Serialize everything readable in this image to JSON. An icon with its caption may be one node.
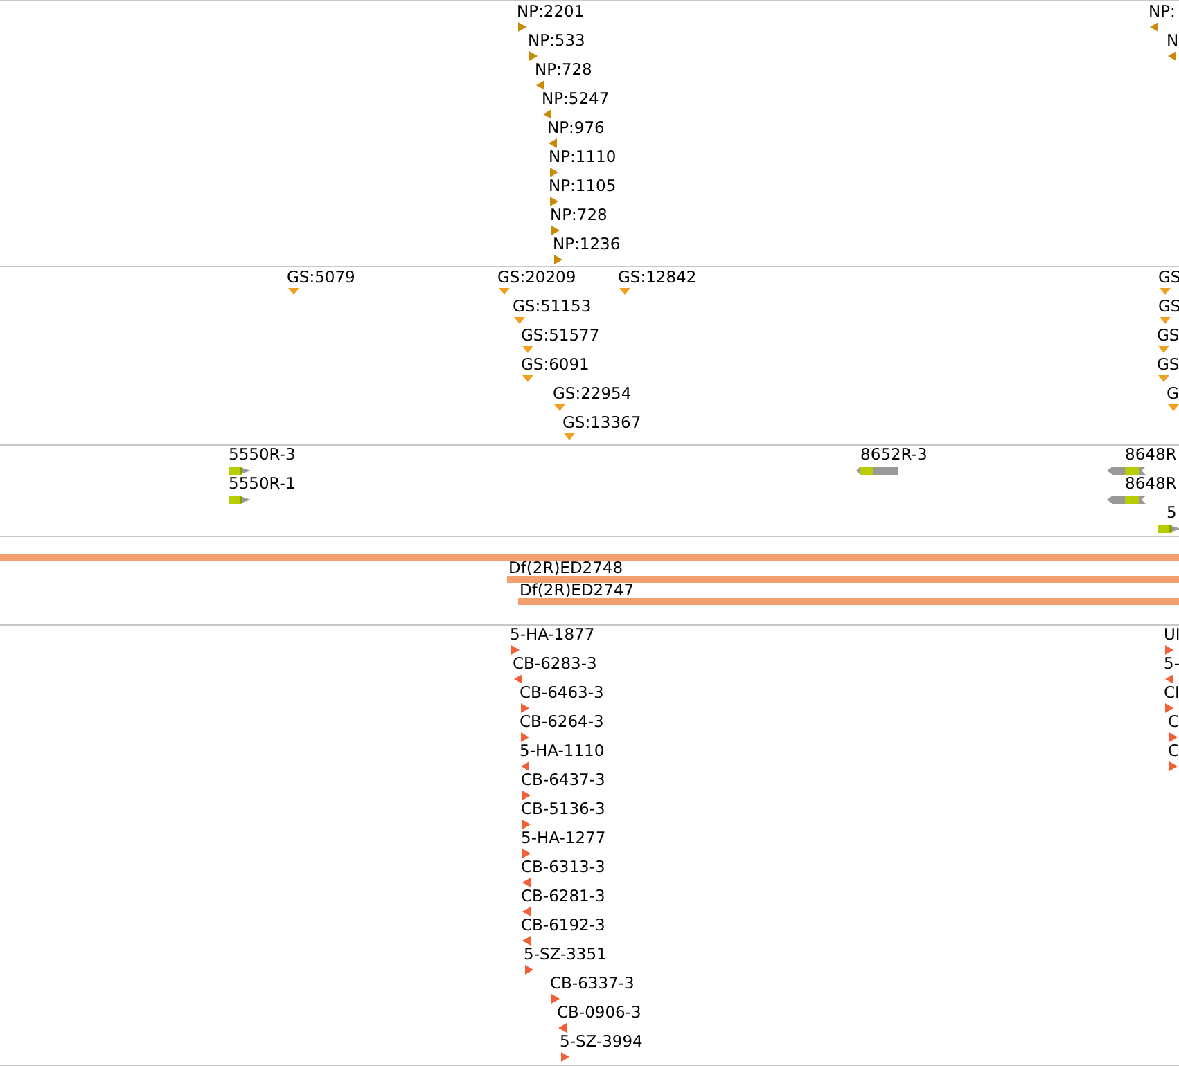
{
  "diagram": {
    "labels": [
      "NP:2201",
      "NP:",
      "NP:533",
      "N",
      "NP:728",
      "NP:5247",
      "NP:976",
      "NP:1110",
      "NP:1105",
      "NP:728",
      "NP:1236",
      "GS:5079",
      "GS:20209",
      "GS:12842",
      "GS",
      "GS:51153",
      "GS",
      "GS:51577",
      "GS",
      "GS:6091",
      "GS",
      "GS:22954",
      "G",
      "GS:13367",
      "5550R-3",
      "8652R-3",
      "8648R",
      "5550R-1",
      "8648R",
      "5",
      "Df(2R)ED2748",
      "Df(2R)ED2747",
      "5-HA-1877",
      "UI",
      "CB-6283-3",
      "5-",
      "CB-6463-3",
      "CI",
      "CB-6264-3",
      "C",
      "5-HA-1110",
      "C",
      "CB-6437-3",
      "CB-5136-3",
      "5-HA-1277",
      "CB-6313-3",
      "CB-6281-3",
      "CB-6192-3",
      "5-SZ-3351",
      "CB-6337-3",
      "CB-0906-3",
      "5-SZ-3994"
    ]
  }
}
